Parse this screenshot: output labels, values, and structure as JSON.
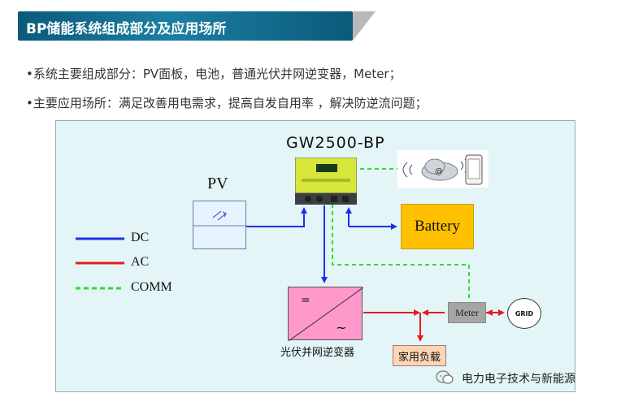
{
  "header": {
    "title": "BP储能系统组成部分及应用场所"
  },
  "bullets": [
    "•系统主要组成部分：PV面板，电池，普通光伏并网逆变器，Meter；",
    "•主要应用场所：满足改善用电需求，提高自发自用率 ，解决防逆流问题；"
  ],
  "diagram": {
    "device_title": "GW2500-BP",
    "pv_label": "PV",
    "battery_label": "Battery",
    "inverter_label": "光伏并网逆变器",
    "inverter_symbol_top": "=",
    "inverter_symbol_bottom": "~",
    "load_label": "家用负载",
    "meter_label": "Meter",
    "grid_label": "GRID",
    "legend": [
      {
        "label": "DC",
        "color": "#1f2fe8",
        "style": "solid"
      },
      {
        "label": "AC",
        "color": "#e81b1b",
        "style": "solid"
      },
      {
        "label": "COMM",
        "color": "#33dd33",
        "style": "dashed"
      }
    ]
  },
  "footer": {
    "source": "电力电子技术与新能源"
  }
}
